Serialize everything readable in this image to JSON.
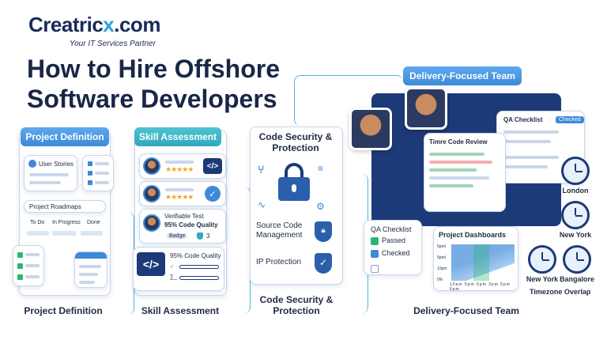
{
  "header": {
    "brand_main": "Creatric",
    "brand_x": "x",
    "brand_tail": ".com",
    "tagline": "Your IT Services Partner",
    "title": "How to Hire Offshore Software Developers"
  },
  "project": {
    "pill": "Project Definition",
    "user_stories": "User Stories",
    "roadmaps": "Project Roadmaps",
    "columns": [
      "To Do",
      "In Progress",
      "Done"
    ],
    "caption": "Project Definition"
  },
  "skill": {
    "pill": "Skill Assessment",
    "test_title": "Verifiable Test",
    "test_score": "95% Code Quality",
    "test_badge": "Badge",
    "test_count": "3",
    "code_quality": "95% Code Quality",
    "caption": "Skill Assessment"
  },
  "security": {
    "heading": "Code Security & Protection",
    "source_code": "Source Code Management",
    "ip": "IP Protection",
    "caption": "Code Security & Protection"
  },
  "delivery": {
    "pill": "Delivery-Focused Team",
    "qa_top_title": "QA Checklist",
    "qa_top_badge": "Checked",
    "code_review": "Timre Code Review",
    "qa_title": "QA Checklist",
    "qa_passed": "Passed",
    "qa_checked": "Checked",
    "dashboard_title": "Project Dashboards",
    "dash_y": [
      "5pml",
      "5pml",
      "10pm",
      "0%"
    ],
    "dash_x": [
      "10am",
      "5pm",
      "6pm",
      "3pm",
      "5pm",
      "6pm"
    ],
    "caption": "Delivery-Focused Team",
    "cities": [
      "London",
      "New York",
      "New York",
      "Bangalore"
    ],
    "timezone": "Timezone Overlap"
  },
  "colors": {
    "navy": "#1a2647",
    "accent_blue": "#3d8ad8",
    "accent_teal": "#2fa9bd",
    "green": "#2bb673"
  }
}
